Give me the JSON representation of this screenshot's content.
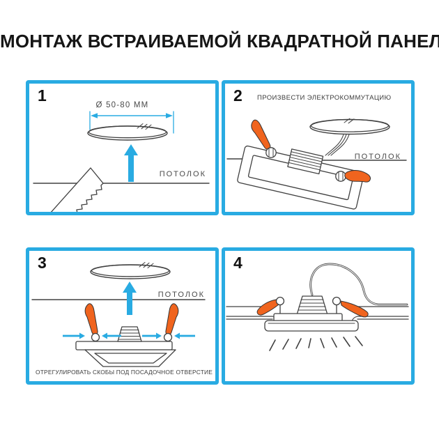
{
  "title": "МОНТАЖ ВСТРАИВАЕМОЙ КВАДРАТНОЙ ПАНЕЛИ",
  "labels": {
    "ceiling": "ПОТОЛОК",
    "hole_diameter": "Ø 50-80 ММ"
  },
  "steps": [
    {
      "number": "1",
      "caption": ""
    },
    {
      "number": "2",
      "caption": "ПРОИЗВЕСТИ ЭЛЕКТРОКОММУТАЦИЮ"
    },
    {
      "number": "3",
      "caption": "ОТРЕГУЛИРОВАТЬ СКОБЫ ПОД ПОСАДОЧНОЕ ОТВЕРСТИЕ"
    },
    {
      "number": "4",
      "caption": ""
    }
  ],
  "colors": {
    "panel_border_blue": "#29abe2",
    "arrow_blue": "#29abe2",
    "spring_clip_orange": "#f0641e",
    "line_art": "#404040",
    "label_gray": "#4a4a4a",
    "title_black": "#161616"
  }
}
